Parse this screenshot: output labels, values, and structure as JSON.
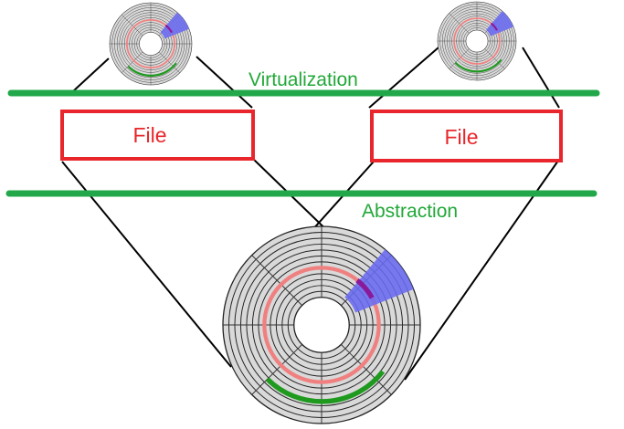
{
  "labels": {
    "virtualization": "Virtualization",
    "abstraction": "Abstraction",
    "file_left": "File",
    "file_right": "File"
  },
  "colors": {
    "layer_line": "#22a84a",
    "file_box": "#e8262b",
    "label_green": "#22a838",
    "label_red": "#e8262b",
    "platter": "#d9d9d9",
    "tracks": "#222222",
    "red_ring": "#f08080",
    "blue_sector": "#6a6af0",
    "green_arc": "#1f9a1f",
    "connector": "#000000"
  },
  "icons": {
    "disk_small_left": "hard-disk-platter-icon",
    "disk_small_right": "hard-disk-platter-icon",
    "disk_large": "hard-disk-platter-icon"
  }
}
